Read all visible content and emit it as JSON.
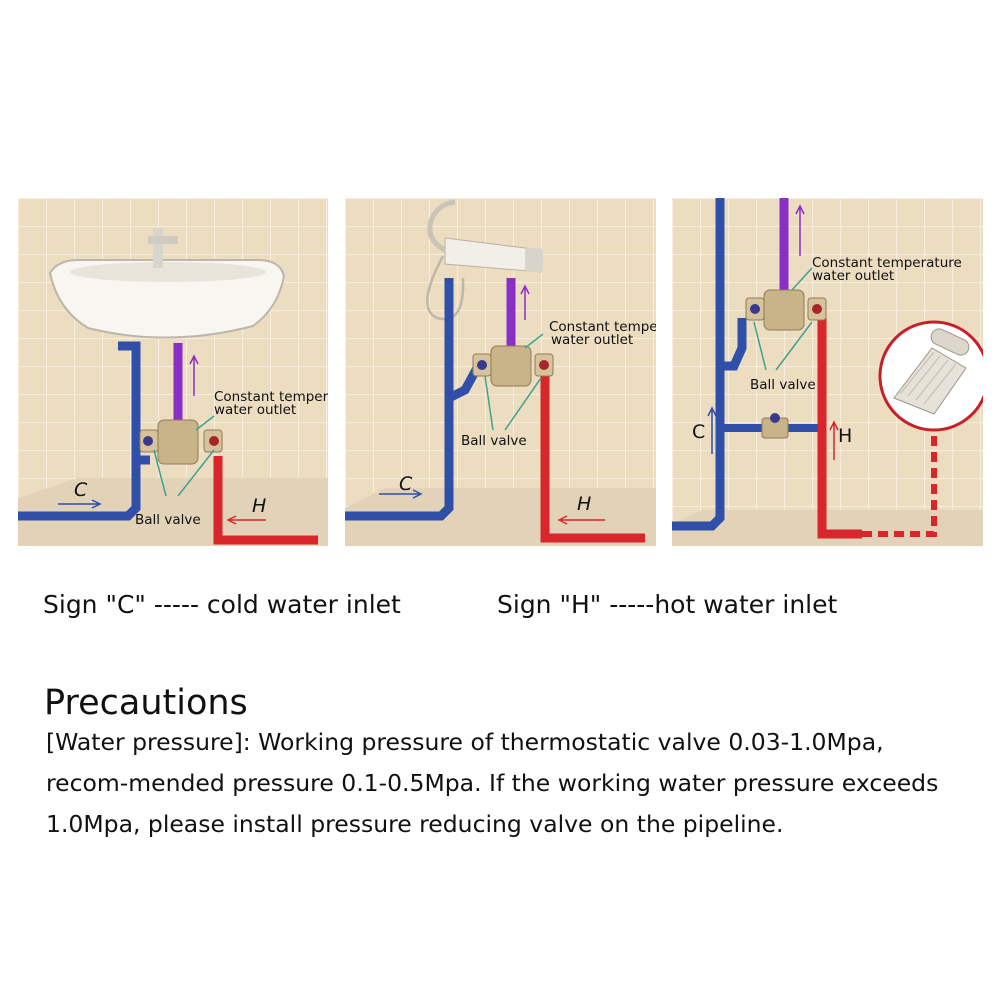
{
  "panels": [
    {
      "outlet_label_1": "Constant temperature",
      "outlet_label_2": "water outlet",
      "valve_label": "Ball valve",
      "cold_label": "C",
      "hot_label": "H"
    },
    {
      "outlet_label_1": "Constant temperature",
      "outlet_label_2": "water outlet",
      "valve_label": "Ball valve",
      "cold_label": "C",
      "hot_label": "H"
    },
    {
      "outlet_label_1": "Constant temperature",
      "outlet_label_2": "water outlet",
      "valve_label": "Ball valve",
      "cold_label": "C",
      "hot_label": "H"
    }
  ],
  "legend": {
    "cold": "Sign \"C\" ----- cold water inlet",
    "hot": "Sign \"H\" -----hot water inlet"
  },
  "heading": "Precautions",
  "body": "[Water pressure]: Working pressure of thermostatic valve 0.03-1.0Mpa, recom-mended pressure 0.1-0.5Mpa. If the working water pressure exceeds 1.0Mpa, please install pressure reducing valve on the pipeline.",
  "colors": {
    "cold_pipe": "#2f4fa8",
    "hot_pipe": "#d8262a",
    "outlet_pipe": "#8a2fc6",
    "tile": "#ecdcc0",
    "grout": "#f6ecd8",
    "floor": "#dccbb0"
  }
}
